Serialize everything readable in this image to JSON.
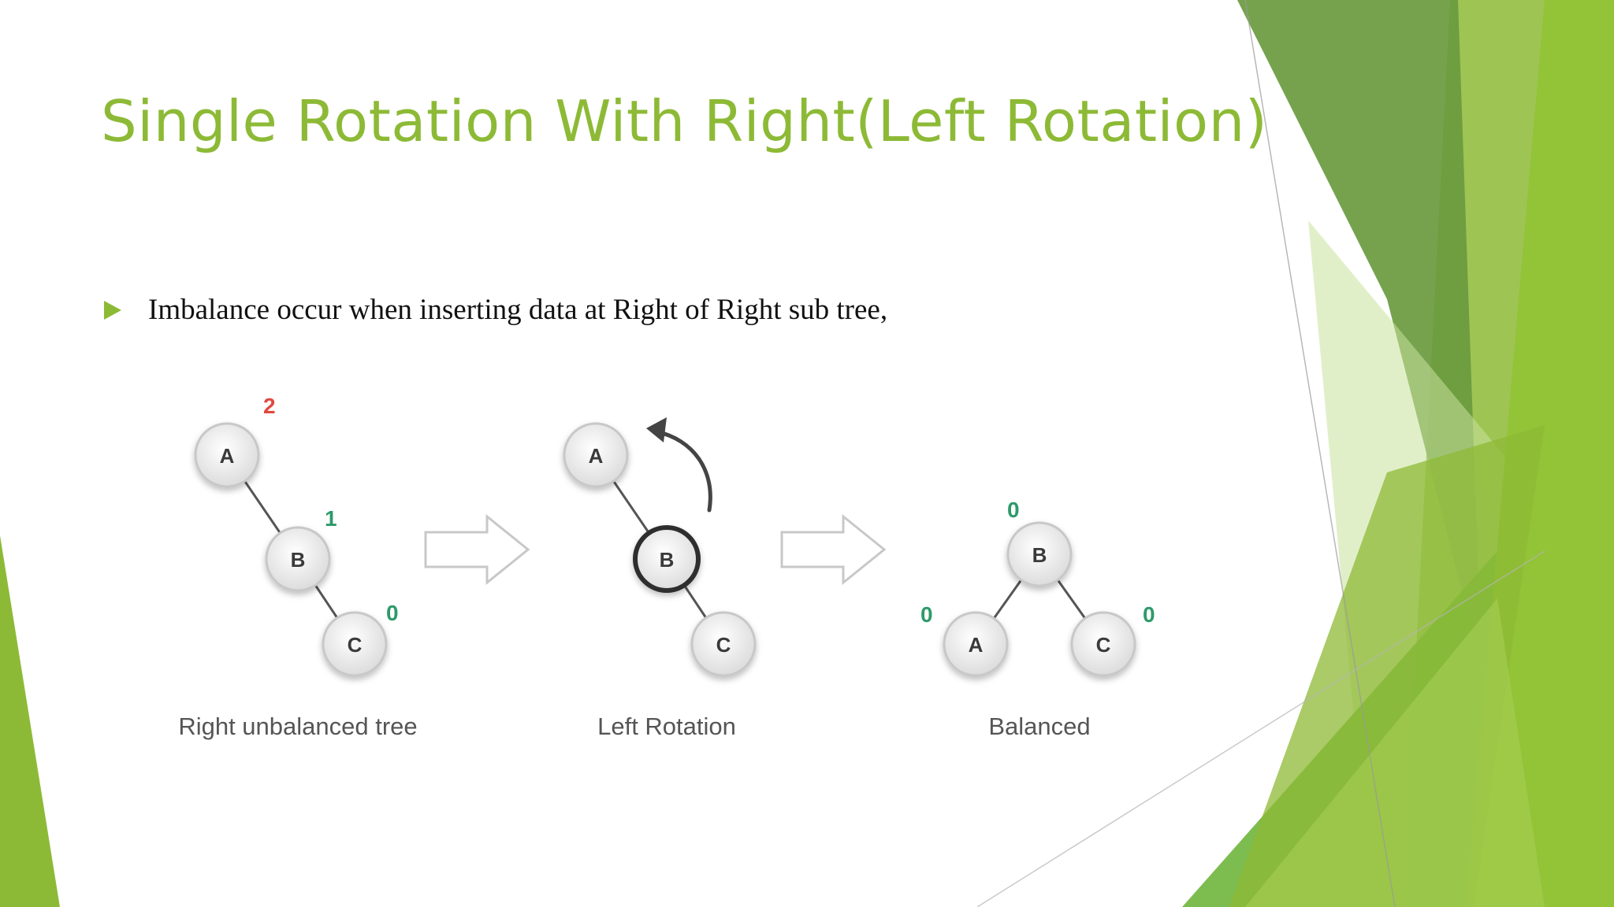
{
  "slide": {
    "title": "Single Rotation With Right(Left Rotation)",
    "bullet": "Imbalance occur when inserting data at Right of Right sub tree,"
  },
  "diagram": {
    "unbalanced": {
      "caption": "Right unbalanced tree",
      "nodes": [
        {
          "label": "A",
          "balance": "2"
        },
        {
          "label": "B",
          "balance": "1"
        },
        {
          "label": "C",
          "balance": "0"
        }
      ]
    },
    "rotation": {
      "caption": "Left Rotation",
      "nodes": [
        {
          "label": "A"
        },
        {
          "label": "B"
        },
        {
          "label": "C"
        }
      ]
    },
    "balanced": {
      "caption": "Balanced",
      "nodes": [
        {
          "label": "B",
          "balance": "0"
        },
        {
          "label": "A",
          "balance": "0"
        },
        {
          "label": "C",
          "balance": "0"
        }
      ]
    }
  },
  "colors": {
    "accent": "#8dba36",
    "balance_red": "#e0483f",
    "balance_green": "#2e9a6a"
  }
}
